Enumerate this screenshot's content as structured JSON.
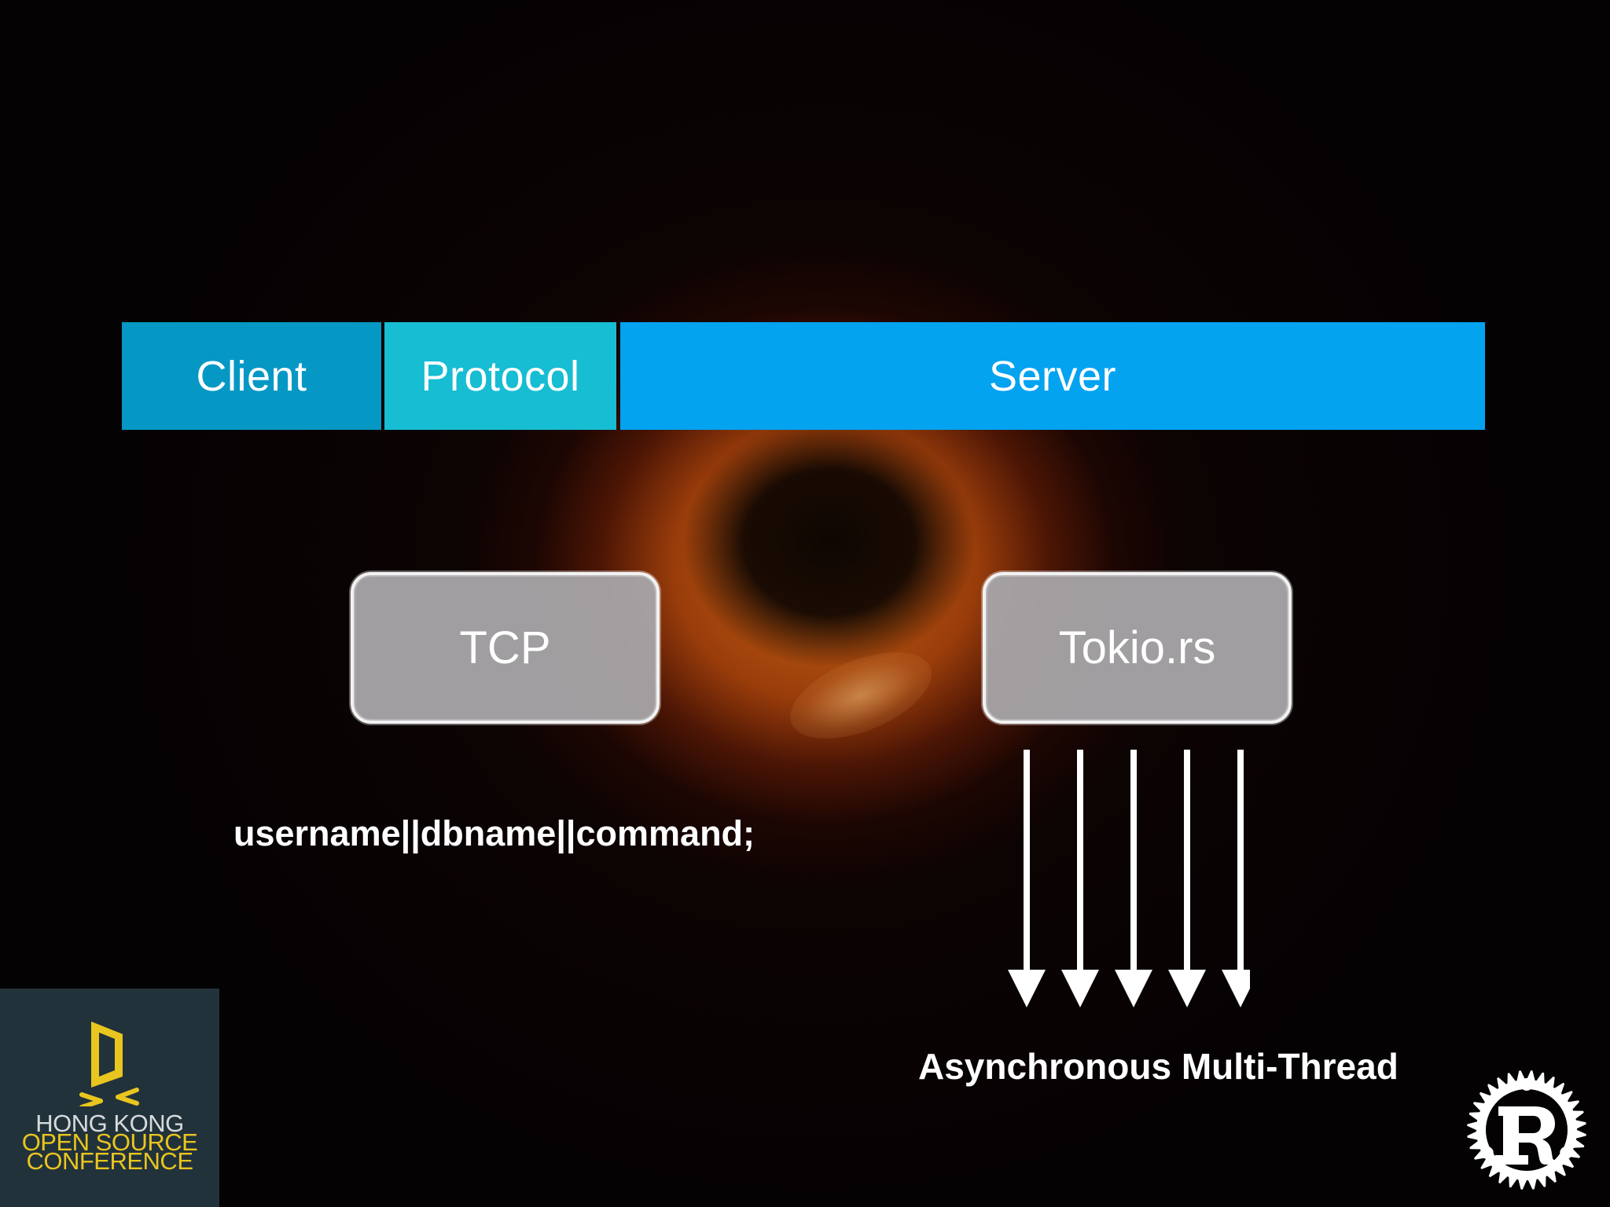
{
  "layers": {
    "client": "Client",
    "protocol": "Protocol",
    "server": "Server"
  },
  "boxes": {
    "tcp": "TCP",
    "tokio": "Tokio.rs"
  },
  "protocol_format": "username||dbname||command;",
  "async_label": "Asynchronous Multi-Thread",
  "arrow_count": 5,
  "conference_logo": {
    "line1": "HONG KONG",
    "line2": "OPEN SOURCE",
    "line3": "CONFERENCE"
  },
  "colors": {
    "client": "#0698c4",
    "protocol": "#17bdd2",
    "server": "#03a3f0",
    "logo_yellow": "#e9c51f",
    "logo_bg": "#22323a"
  },
  "icons": {
    "conference": "door-icon",
    "rust": "rust-logo-icon"
  }
}
